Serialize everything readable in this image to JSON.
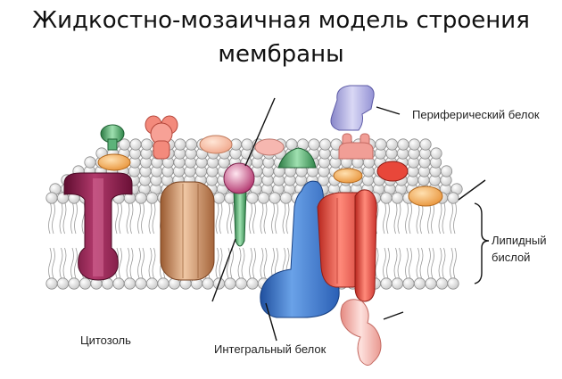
{
  "title_line1": "Жидкостно-мозаичная модель строения",
  "title_line2": "мембраны",
  "labels": {
    "peripheral_protein": "Периферический белок",
    "lipid_bilayer_line1": "Липидный",
    "lipid_bilayer_line2": "бислой",
    "cytosol": "Цитозоль",
    "integral_protein": "Интегральный белок"
  },
  "colors": {
    "lipid_head": "#e6e6e6",
    "lipid_outline": "#8a8a8a",
    "maroon_protein": "#8e1a4c",
    "brown_protein": "#c97e4e",
    "blue_protein": "#2f6fc7",
    "red_protein": "#e8473a",
    "lavender_protein": "#a7a5dd",
    "pink_protein": "#f3a6a0",
    "green_protein": "#3f9b5a"
  }
}
